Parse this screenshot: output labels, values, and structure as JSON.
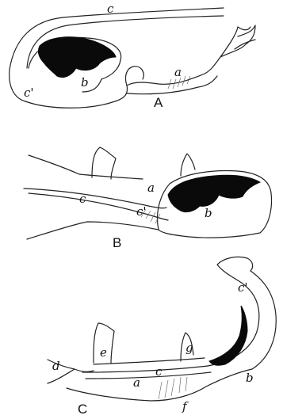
{
  "figures": [
    {
      "caption": "A",
      "labels": {
        "a": "a",
        "b": "b",
        "c": "c",
        "c_prime": "c'"
      }
    },
    {
      "caption": "B",
      "labels": {
        "a": "a",
        "b": "b",
        "c": "c",
        "c_prime": "c'"
      }
    },
    {
      "caption": "C",
      "labels": {
        "a": "a",
        "b": "b",
        "c": "c",
        "c_prime": "c'",
        "d": "d",
        "e": "e",
        "f": "f",
        "g": "g"
      }
    }
  ],
  "colors": {
    "ink": "#222222",
    "fill": "#0a0a0a",
    "paper": "#ffffff"
  }
}
